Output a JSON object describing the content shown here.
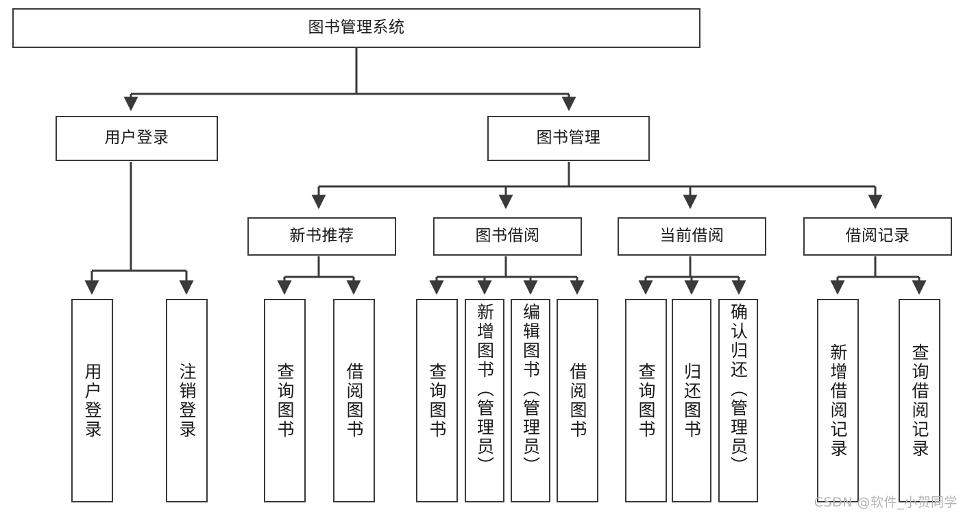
{
  "diagram": {
    "title": "图书管理系统",
    "type": "hierarchy-tree",
    "levels": 4,
    "root": {
      "id": "root",
      "label": "图书管理系统"
    },
    "level2": [
      {
        "id": "user-login",
        "label": "用户登录"
      },
      {
        "id": "book-management",
        "label": "图书管理"
      }
    ],
    "level3": [
      {
        "id": "new-book-recommend",
        "label": "新书推荐",
        "parent": "book-management"
      },
      {
        "id": "book-borrow",
        "label": "图书借阅",
        "parent": "book-management"
      },
      {
        "id": "current-borrow",
        "label": "当前借阅",
        "parent": "book-management"
      },
      {
        "id": "borrow-record",
        "label": "借阅记录",
        "parent": "book-management"
      }
    ],
    "leaves": {
      "user_login": [
        {
          "id": "leaf-user-login",
          "label": "用户登录"
        },
        {
          "id": "leaf-logout-login",
          "label": "注销登录"
        }
      ],
      "new_book_recommend": [
        {
          "id": "leaf-query-book-1",
          "label": "查询图书"
        },
        {
          "id": "leaf-borrow-book-1",
          "label": "借阅图书"
        }
      ],
      "book_borrow": [
        {
          "id": "leaf-query-book-2",
          "label": "查询图书"
        },
        {
          "id": "leaf-add-book",
          "label": "新增图书（管理员）"
        },
        {
          "id": "leaf-edit-book",
          "label": "编辑图书（管理员）"
        },
        {
          "id": "leaf-borrow-book-2",
          "label": "借阅图书"
        }
      ],
      "current_borrow": [
        {
          "id": "leaf-query-book-3",
          "label": "查询图书"
        },
        {
          "id": "leaf-return-book",
          "label": "归还图书"
        },
        {
          "id": "leaf-confirm-return",
          "label": "确认归还（管理员）"
        }
      ],
      "borrow_record": [
        {
          "id": "leaf-add-record",
          "label": "新增借阅记录"
        },
        {
          "id": "leaf-query-record",
          "label": "查询借阅记录"
        }
      ]
    }
  },
  "watermark": {
    "text": "CSDN @软件_小贺同学"
  },
  "colors": {
    "box_border": "#3a3a3a",
    "box_fill": "#ffffff",
    "connector": "#3a3a3a",
    "text": "#1a1a1a",
    "watermark": "#b4b4b4",
    "background": "#ffffff"
  }
}
